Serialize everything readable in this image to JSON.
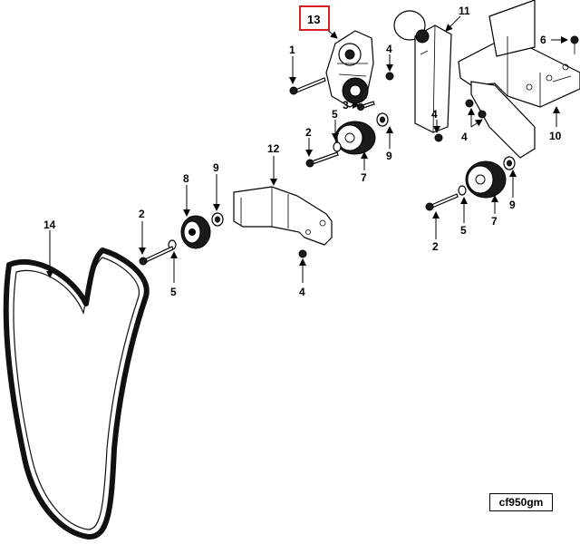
{
  "callouts": {
    "c1": "1",
    "c2a": "2",
    "c2b": "2",
    "c2c": "2",
    "c3": "3",
    "c4a": "4",
    "c4b": "4",
    "c4c": "4",
    "c4d": "4",
    "c5a": "5",
    "c5b": "5",
    "c5c": "5",
    "c6": "6",
    "c7a": "7",
    "c7b": "7",
    "c8": "8",
    "c9a": "9",
    "c9b": "9",
    "c9c": "9",
    "c10": "10",
    "c11": "11",
    "c12": "12",
    "c13": "13",
    "c14": "14"
  },
  "highlight_color": "#d62020",
  "drawing_code": "cf950gm"
}
